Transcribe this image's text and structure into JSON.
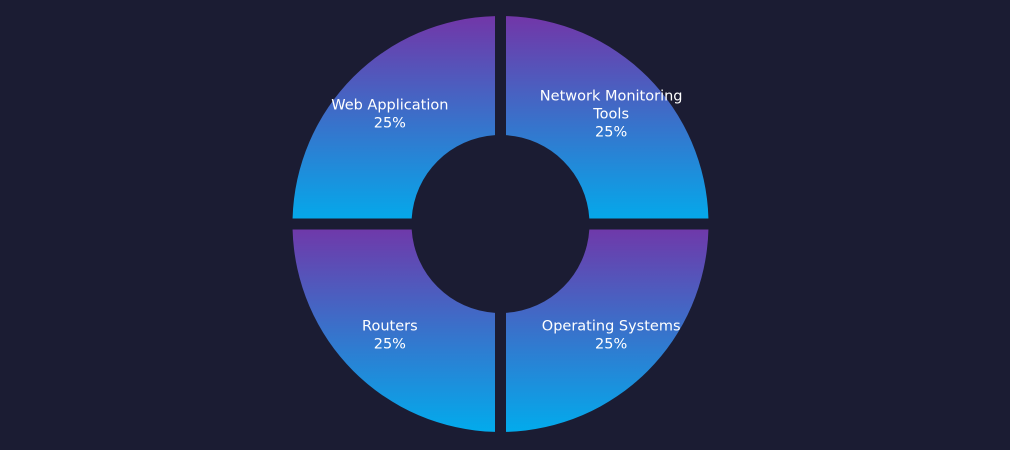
{
  "chart_data": {
    "type": "pie",
    "variant": "donut",
    "categories": [
      "Network Monitoring Tools",
      "Operating Systems",
      "Routers",
      "Web Application"
    ],
    "values": [
      25,
      25,
      25,
      25
    ],
    "percent_labels": [
      "25%",
      "25%",
      "25%",
      "25%"
    ],
    "label_lines": [
      [
        "Network Monitoring",
        "Tools",
        "25%"
      ],
      [
        "Operating Systems",
        "25%"
      ],
      [
        "Routers",
        "25%"
      ],
      [
        "Web Application",
        "25%"
      ]
    ],
    "title": "",
    "legend": "none",
    "colors": {
      "background": "#1b1c33",
      "gradient_top": "#7236a8",
      "gradient_bottom": "#02abec",
      "label": "#ffffff"
    }
  }
}
